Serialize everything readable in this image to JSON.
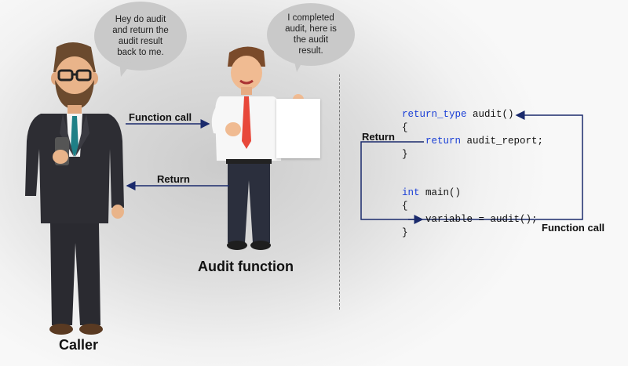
{
  "bubbles": {
    "caller": "Hey do audit and return the audit result back to me.",
    "audit": "I completed audit, here is the audit result."
  },
  "labels": {
    "function_call_left": "Function call",
    "return_left": "Return",
    "caller_name": "Caller",
    "audit_name": "Audit function",
    "return_right": "Return",
    "function_call_right": "Function call"
  },
  "code": {
    "line1_kw": "return_type",
    "line1_rest": " audit()",
    "line2": "{",
    "line3_kw": "return",
    "line3_rest": " audit_report;",
    "line4": "}",
    "line5_kw": "int",
    "line5_rest": " main()",
    "line6": "{",
    "line7": "variable = audit();",
    "line8": "}"
  },
  "colors": {
    "keyword": "#1a3fd6",
    "arrow": "#1a2a6c",
    "bubble": "#c9c9c9",
    "tie_caller": "#1e7f86",
    "tie_audit": "#e8483a"
  }
}
